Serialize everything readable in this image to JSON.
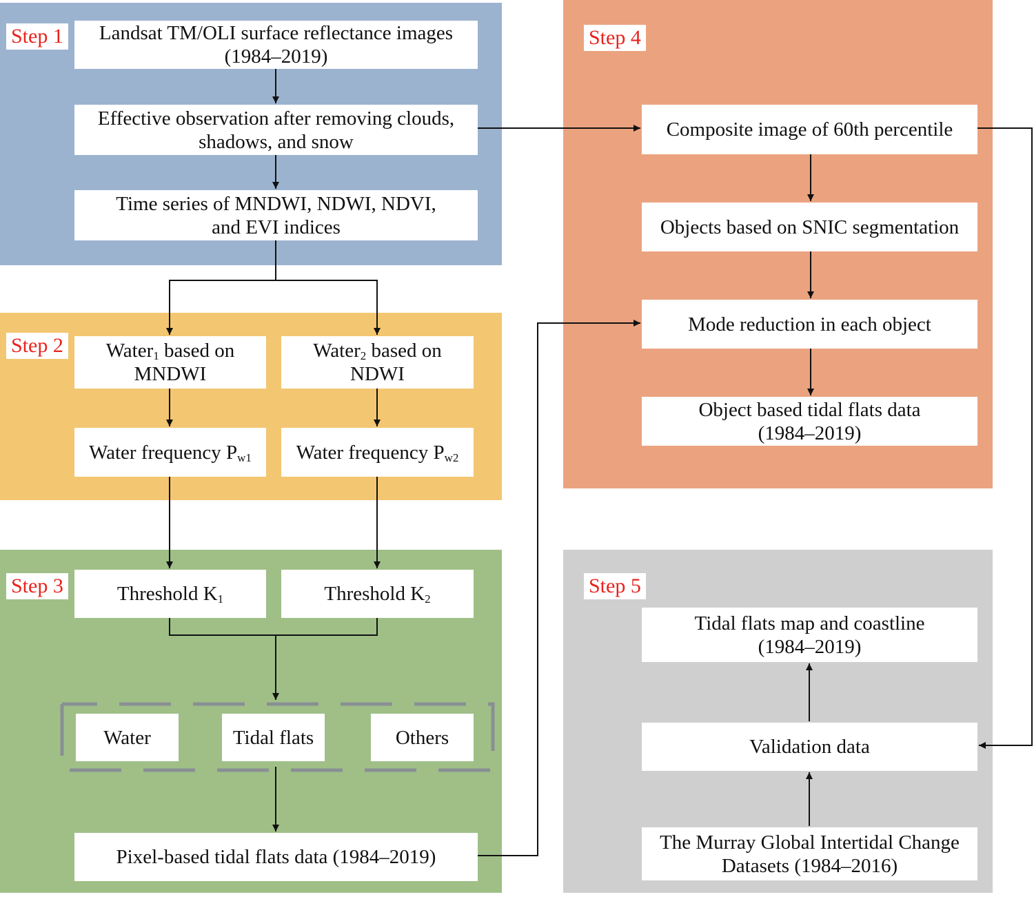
{
  "step1": {
    "label": "Step 1",
    "landsat": [
      "Landsat TM/OLI  surface reflectance images",
      "(1984–2019)"
    ],
    "effective": [
      "Effective observation after removing clouds,",
      "shadows, and snow"
    ],
    "timeseries": [
      "Time series of MNDWI, NDWI, NDVI,",
      "and EVI indices"
    ]
  },
  "step2": {
    "label": "Step 2",
    "water1": {
      "pre": "Water",
      "sub": "1",
      "post": " based on",
      "line2": "MNDWI"
    },
    "water2": {
      "pre": "Water",
      "sub": "2",
      "post": " based on",
      "line2": "NDWI"
    },
    "freq1": {
      "pre": "Water frequency P",
      "sub": "w1"
    },
    "freq2": {
      "pre": "Water frequency P",
      "sub": "w2"
    }
  },
  "step3": {
    "label": "Step 3",
    "threshold1": {
      "pre": "Threshold K",
      "sub": "1"
    },
    "threshold2": {
      "pre": "Threshold K",
      "sub": "2"
    },
    "classes": [
      "Water",
      "Tidal flats",
      "Others"
    ],
    "pixel": "Pixel-based tidal flats data (1984–2019)"
  },
  "step4": {
    "label": "Step 4",
    "composite": "Composite image of 60th  percentile",
    "objects": "Objects based on SNIC segmentation",
    "mode": "Mode reduction in each object",
    "objdata": [
      "Object based tidal flats data",
      "(1984–2019)"
    ]
  },
  "step5": {
    "label": "Step 5",
    "map": [
      "Tidal flats map and coastline",
      "(1984–2019)"
    ],
    "validation": "Validation data",
    "murray": [
      "The Murray Global Intertidal Change",
      "Datasets (1984–2016)"
    ]
  },
  "colors": {
    "step1_panel": "#9cb3cf",
    "step2_panel": "#f3c671",
    "step3_panel": "#9fbf87",
    "step4_panel": "#eba37f",
    "step5_panel": "#cfcfcf",
    "step_label": "#e8231d"
  }
}
